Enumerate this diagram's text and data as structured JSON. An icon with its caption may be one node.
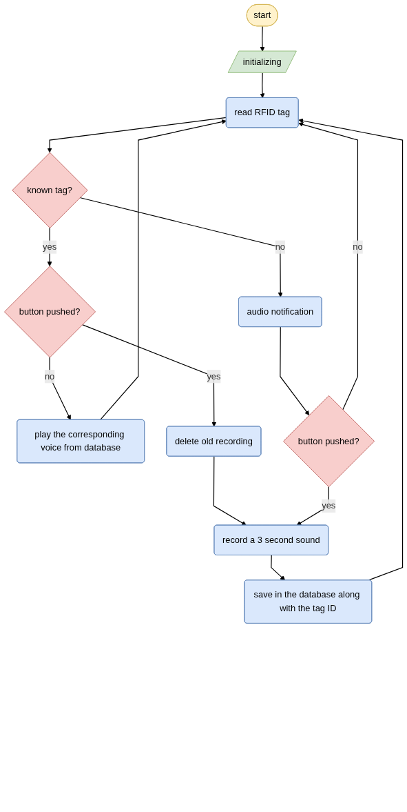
{
  "diagram": {
    "nodes": [
      {
        "text": [
          "start"
        ]
      },
      {
        "text": [
          "initializing"
        ]
      },
      {
        "text": [
          "play the corresponding voice from database"
        ]
      },
      {
        "text": [
          "read RFID tag"
        ]
      },
      {
        "text": [
          "button pushed?"
        ]
      },
      {
        "text": [
          "known tag?"
        ]
      },
      {
        "text": [
          "delete old recording"
        ]
      },
      {
        "text": [
          "audio notification"
        ]
      },
      {
        "text": [
          "record a 3 second sound"
        ]
      },
      {
        "text": [
          "button pushed?"
        ]
      },
      {
        "text": [
          "save in the database along with the tag ID"
        ]
      }
    ],
    "edges": [
      {
        "from": 0,
        "to": 1,
        "arrow": "to"
      },
      {
        "from": 1,
        "to": 3,
        "arrow": "to"
      },
      {
        "from": 2,
        "to": 3,
        "arrow": "to"
      },
      {
        "from": 3,
        "to": 5,
        "arrow": "to"
      },
      {
        "from": 5,
        "to": 4,
        "arrow": "to",
        "label": "yes"
      },
      {
        "from": 4,
        "to": 2,
        "arrow": "to",
        "label": "no"
      },
      {
        "from": 4,
        "to": 6,
        "arrow": "to",
        "label": "yes"
      },
      {
        "from": 5,
        "to": 7,
        "arrow": "to",
        "label": "no"
      },
      {
        "from": 7,
        "to": 9,
        "arrow": "to"
      },
      {
        "from": 6,
        "to": 8,
        "arrow": "to"
      },
      {
        "from": 9,
        "to": 8,
        "arrow": "to",
        "label": "yes"
      },
      {
        "from": 9,
        "to": 3,
        "arrow": "to",
        "label": "no"
      },
      {
        "from": 8,
        "to": 10,
        "arrow": "to"
      },
      {
        "from": 10,
        "to": 3,
        "arrow": "to"
      }
    ]
  }
}
